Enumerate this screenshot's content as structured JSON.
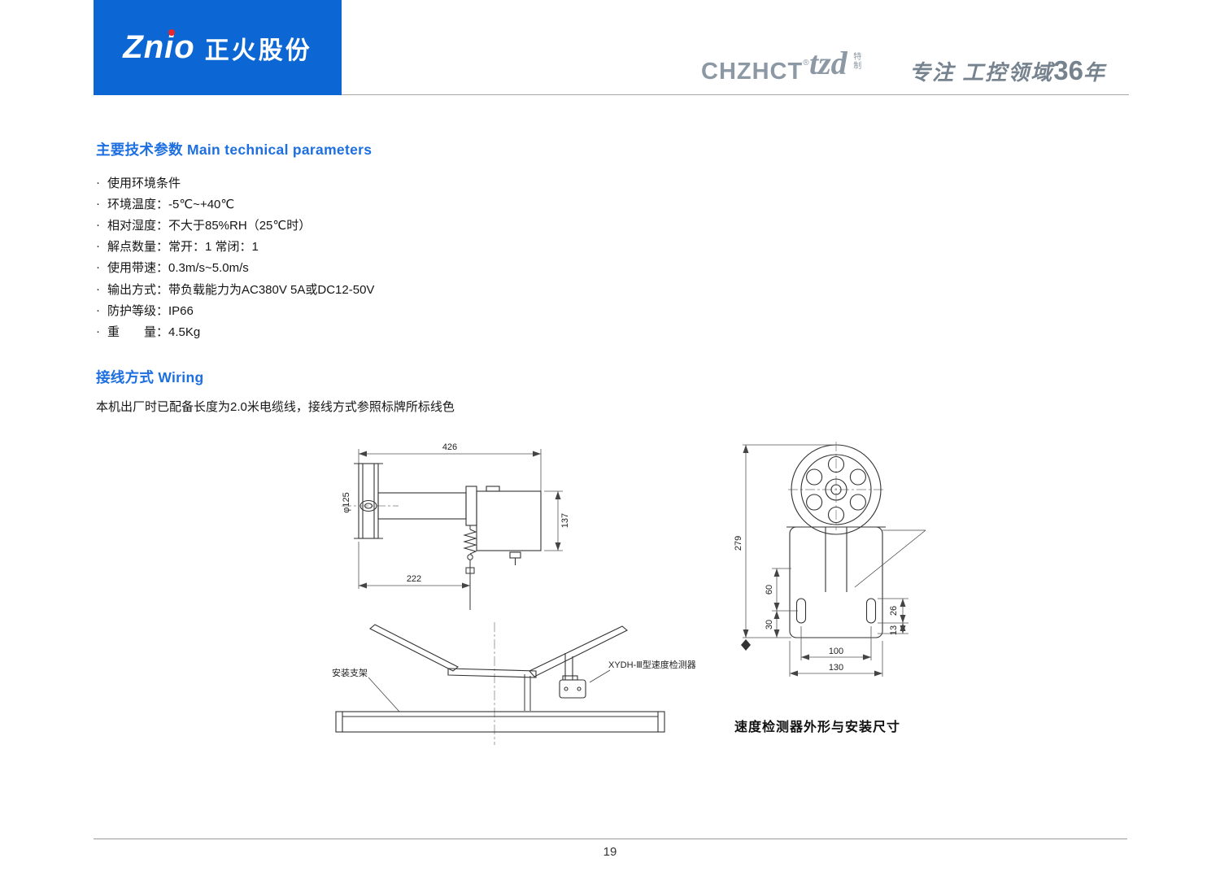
{
  "header": {
    "logo_en": "Znio",
    "logo_cn": "正火股份",
    "brand_chzhct": "CHZHCT",
    "brand_reg": "®",
    "brand_tzd": "tzd",
    "brand_tzd_sub": "特制",
    "slogan_prefix": "专注 工控领域",
    "slogan_num": "36",
    "slogan_suffix": "年"
  },
  "params": {
    "title": "主要技术参数 Main technical parameters",
    "bullet": "·",
    "items": [
      "使用环境条件",
      "环境温度：-5℃~+40℃",
      "相对湿度：不大于85%RH（25℃时）",
      "解点数量：常开：1 常闭：1",
      "使用带速：0.3m/s~5.0m/s",
      "输出方式：带负载能力为AC380V 5A或DC12-50V",
      "防护等级：IP66",
      "重　　量：4.5Kg"
    ]
  },
  "wiring": {
    "title": "接线方式 Wiring",
    "note": "本机出厂时已配备长度为2.0米电缆线，接线方式参照标牌所标线色"
  },
  "drawings": {
    "side_view": {
      "dim_width": "426",
      "dim_diameter": "φ125",
      "dim_height": "137",
      "dim_offset": "222"
    },
    "trough_view": {
      "label_bracket": "安装支架",
      "label_detector": "XYDH-Ⅲ型速度检测器"
    },
    "front_view": {
      "dim_total_height": "279",
      "dim_60": "60",
      "dim_30": "30",
      "dim_26": "26",
      "dim_13": "13",
      "dim_100": "100",
      "dim_130": "130"
    },
    "caption": "速度检测器外形与安装尺寸"
  },
  "footer": {
    "page_number": "19"
  }
}
